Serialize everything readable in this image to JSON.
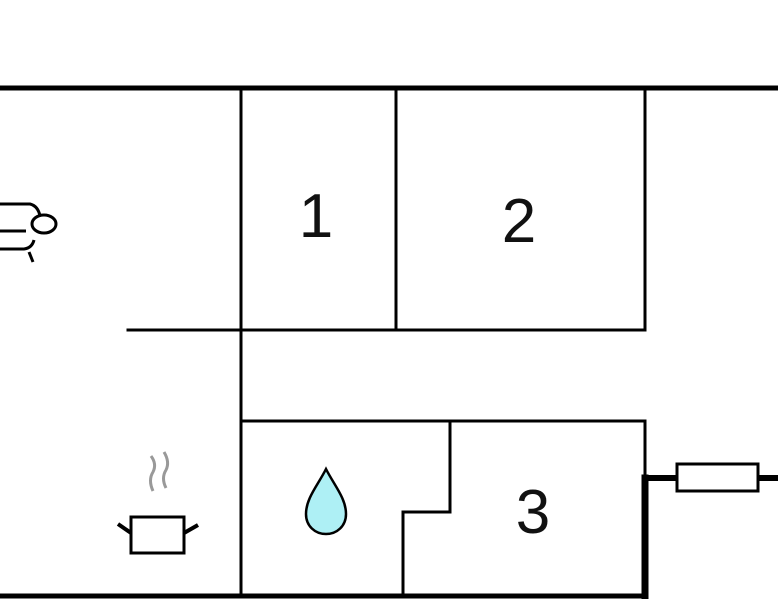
{
  "rooms": {
    "room1": "1",
    "room2": "2",
    "room3": "3"
  },
  "icons": [
    "sofa-icon",
    "cooking-pot-icon",
    "water-drop-icon",
    "window-icon"
  ],
  "colors": {
    "wall": "#000000",
    "water": "#aef0f5",
    "steam": "#999999"
  }
}
